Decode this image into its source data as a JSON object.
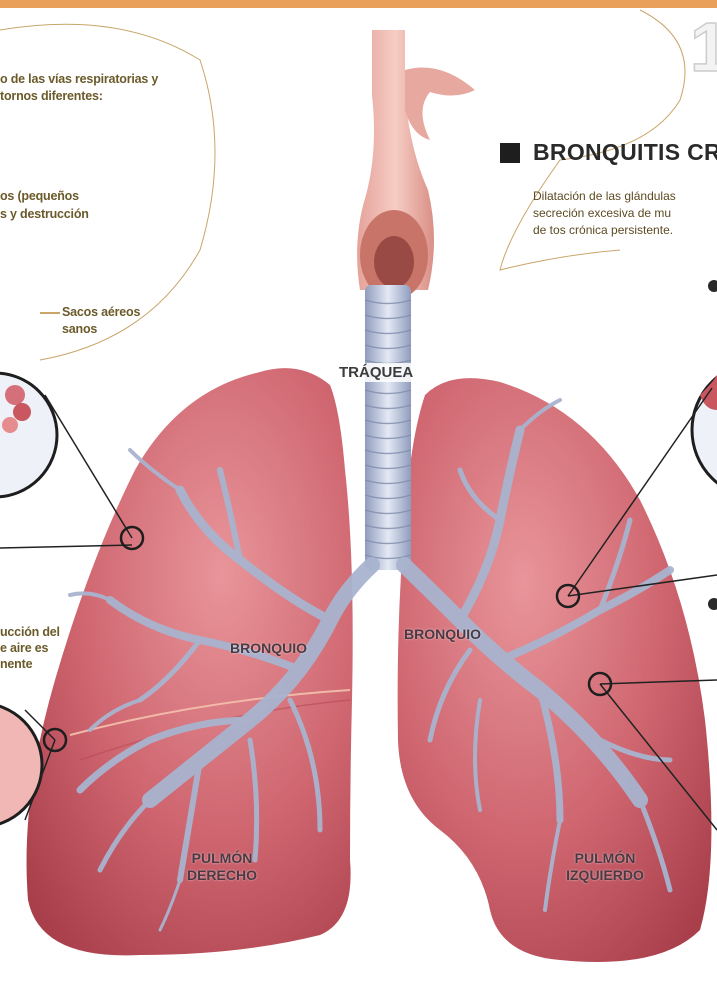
{
  "page": {
    "number_glyph": "1",
    "left_intro": [
      "o de las vías respiratorias y",
      "tornos diferentes:"
    ],
    "left_emphysema": [
      "os (pequeños",
      "s y destrucción"
    ],
    "healthy_sacs": [
      "Sacos aéreos",
      "sanos"
    ],
    "left_obstruction": [
      "ucción del",
      "e aire es",
      "nente"
    ]
  },
  "section": {
    "heading": "BRONQUITIS CR",
    "description": [
      "Dilatación de las glándulas",
      "secreción excesiva de mu",
      "de tos crónica persistente."
    ]
  },
  "labels": {
    "trachea": "TRÁQUEA",
    "bronchus_right": "BRONQUIO",
    "bronchus_left": "BRONQUIO",
    "lung_right": [
      "PULMÓN",
      "DERECHO"
    ],
    "lung_left": [
      "PULMÓN",
      "IZQUIERDO"
    ]
  },
  "colors": {
    "accent_bar": "#e8a05a",
    "lung": "#c9575f",
    "lung_highlight": "#e58c8e",
    "bronchi": "#a9b4cf",
    "trachea_rings": "#b6c0d8",
    "callout_line": "#222222",
    "tan_outline": "#c9a56a"
  },
  "icons": [
    "bullet-dot-icon",
    "heading-square-icon"
  ]
}
